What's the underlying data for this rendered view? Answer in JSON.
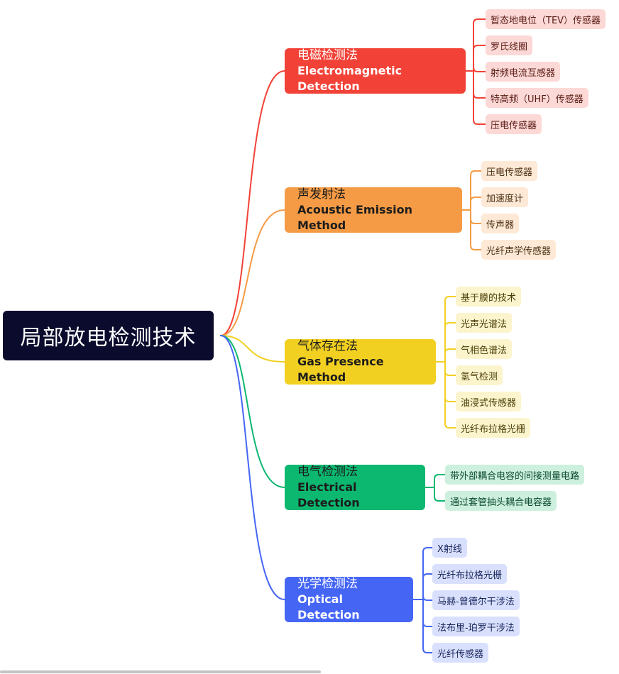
{
  "root": {
    "label": "局部放电检测技术",
    "color": "#0b0b2e"
  },
  "branches": [
    {
      "zh": "电磁检测法",
      "en": "Electromagnetic Detection",
      "color": "#f24237",
      "text_color": "#ffffff",
      "leaf_bg": "#fcd9d6",
      "leaf_text": "#5a1a14",
      "leaves": [
        "暂态地电位（TEV）传感器",
        "罗氏线圈",
        "射频电流互感器",
        "特高频（UHF）传感器",
        "压电传感器"
      ]
    },
    {
      "zh": "声发射法",
      "en": "Acoustic Emission Method",
      "color": "#f59b45",
      "text_color": "#1c1c1c",
      "leaf_bg": "#fde9d6",
      "leaf_text": "#4a2e12",
      "leaves": [
        "压电传感器",
        "加速度计",
        "传声器",
        "光纤声学传感器"
      ]
    },
    {
      "zh": "气体存在法",
      "en": "Gas Presence Method",
      "color": "#f2d022",
      "text_color": "#1c1c1c",
      "leaf_bg": "#fcf4cc",
      "leaf_text": "#4a3e08",
      "leaves": [
        "基于膜的技术",
        "光声光谱法",
        "气相色谱法",
        "氢气检测",
        "油浸式传感器",
        "光纤布拉格光栅"
      ]
    },
    {
      "zh": "电气检测法",
      "en": "Electrical Detection",
      "color": "#0cb870",
      "text_color": "#1c1c1c",
      "leaf_bg": "#cdf0de",
      "leaf_text": "#0b4a2e",
      "leaves": [
        "带外部耦合电容的间接测量电路",
        "通过套管抽头耦合电容器"
      ]
    },
    {
      "zh": "光学检测法",
      "en": "Optical Detection",
      "color": "#4566f5",
      "text_color": "#ffffff",
      "leaf_bg": "#d9e0fd",
      "leaf_text": "#16245a",
      "leaves": [
        "X射线",
        "光纤布拉格光栅",
        "马赫-曾德尔干涉法",
        "法布里-珀罗干涉法",
        "光纤传感器"
      ]
    }
  ]
}
